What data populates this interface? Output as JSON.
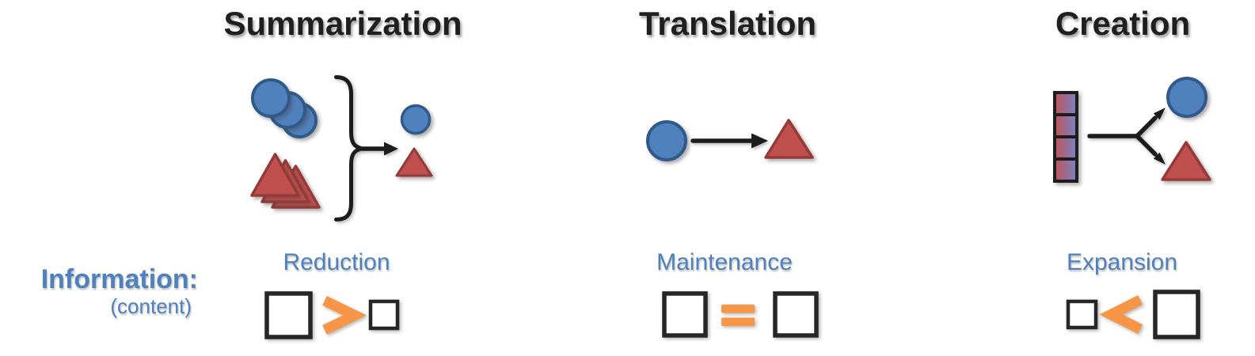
{
  "figure": {
    "row_label": {
      "title": "Information:",
      "subtitle": "(content)"
    },
    "panels": [
      {
        "title": "Summarization",
        "info_label": "Reduction",
        "relation_symbol": ">",
        "relation_name": "greater-than"
      },
      {
        "title": "Translation",
        "info_label": "Maintenance",
        "relation_symbol": "=",
        "relation_name": "equals"
      },
      {
        "title": "Creation",
        "info_label": "Expansion",
        "relation_symbol": "<",
        "relation_name": "less-than"
      }
    ]
  },
  "colors": {
    "background": "#ffffff",
    "title_text": "#1f1f1f",
    "label_blue": "#4f81bd",
    "shape_blue": "#4f81bd",
    "shape_blue_border": "#2f5a8a",
    "shape_red": "#c0504d",
    "shape_red_border": "#963a38",
    "accent_orange": "#f79646",
    "line_black": "#1c1c1c",
    "box_border": "#262626",
    "gradient_left": "#bf5456",
    "gradient_right": "#7a82c6"
  }
}
